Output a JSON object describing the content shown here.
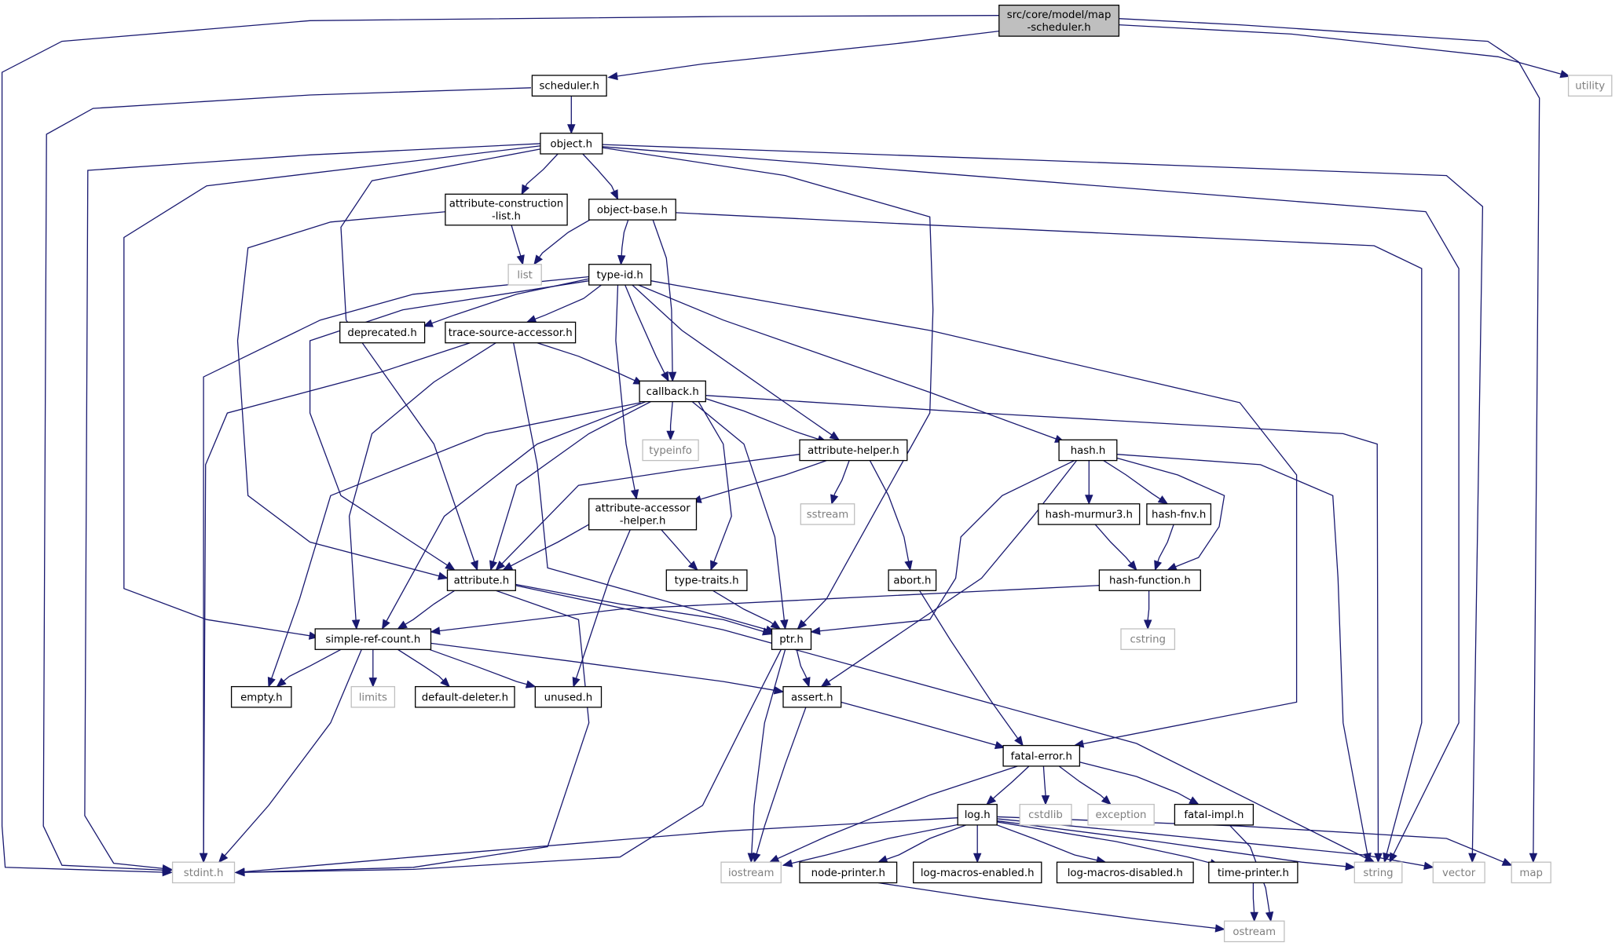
{
  "colors": {
    "edge": "#191970",
    "root_fill": "#bfbfbf",
    "local_border": "#000000",
    "system_border": "#bfbfbf",
    "system_text": "#7f7f7f"
  },
  "nodes": {
    "root": [
      "src/core/model/map",
      "-scheduler.h"
    ],
    "scheduler": [
      "scheduler.h"
    ],
    "utility": [
      "utility"
    ],
    "object": [
      "object.h"
    ],
    "attr_construction": [
      "attribute-construction",
      "-list.h"
    ],
    "object_base": [
      "object-base.h"
    ],
    "list": [
      "list"
    ],
    "type_id": [
      "type-id.h"
    ],
    "deprecated": [
      "deprecated.h"
    ],
    "trace_source": [
      "trace-source-accessor.h"
    ],
    "callback": [
      "callback.h"
    ],
    "typeinfo": [
      "typeinfo"
    ],
    "attr_helper": [
      "attribute-helper.h"
    ],
    "hash": [
      "hash.h"
    ],
    "sstream": [
      "sstream"
    ],
    "attr_accessor": [
      "attribute-accessor",
      "-helper.h"
    ],
    "hash_murmur3": [
      "hash-murmur3.h"
    ],
    "hash_fnv": [
      "hash-fnv.h"
    ],
    "attribute": [
      "attribute.h"
    ],
    "type_traits": [
      "type-traits.h"
    ],
    "abort": [
      "abort.h"
    ],
    "hash_function": [
      "hash-function.h"
    ],
    "simple_ref": [
      "simple-ref-count.h"
    ],
    "ptr": [
      "ptr.h"
    ],
    "cstring": [
      "cstring"
    ],
    "empty": [
      "empty.h"
    ],
    "limits": [
      "limits"
    ],
    "default_deleter": [
      "default-deleter.h"
    ],
    "unused": [
      "unused.h"
    ],
    "assert": [
      "assert.h"
    ],
    "fatal_error": [
      "fatal-error.h"
    ],
    "log": [
      "log.h"
    ],
    "cstdlib": [
      "cstdlib"
    ],
    "exception": [
      "exception"
    ],
    "fatal_impl": [
      "fatal-impl.h"
    ],
    "stdint": [
      "stdint.h"
    ],
    "iostream": [
      "iostream"
    ],
    "node_printer": [
      "node-printer.h"
    ],
    "log_macros_enabled": [
      "log-macros-enabled.h"
    ],
    "log_macros_disabled": [
      "log-macros-disabled.h"
    ],
    "time_printer": [
      "time-printer.h"
    ],
    "string": [
      "string"
    ],
    "vector": [
      "vector"
    ],
    "map": [
      "map"
    ],
    "ostream": [
      "ostream"
    ]
  }
}
